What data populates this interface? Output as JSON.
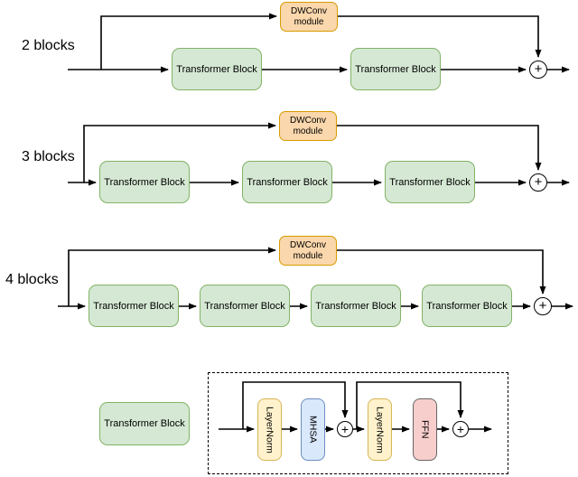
{
  "colors": {
    "transformer_fill": "#d5e8d4",
    "transformer_stroke": "#82b366",
    "dwconv_fill": "#fad7ac",
    "dwconv_stroke": "#d79b00",
    "layernorm_fill": "#fff2cc",
    "layernorm_stroke": "#d6b656",
    "mhsa_fill": "#dae8fc",
    "mhsa_stroke": "#6c8ebf",
    "ffn_fill": "#f8cecc",
    "ffn_stroke": "#666666",
    "line": "#000000",
    "background": "#ffffff"
  },
  "rows": [
    {
      "label": "2 blocks",
      "dwconv_label": "DWConv module",
      "blocks": [
        "Transformer Block",
        "Transformer Block"
      ],
      "sum": "+"
    },
    {
      "label": "3 blocks",
      "dwconv_label": "DWConv module",
      "blocks": [
        "Transformer Block",
        "Transformer Block",
        "Transformer Block"
      ],
      "sum": "+"
    },
    {
      "label": "4 blocks",
      "dwconv_label": "DWConv module",
      "blocks": [
        "Transformer Block",
        "Transformer Block",
        "Transformer Block",
        "Transformer Block"
      ],
      "sum": "+"
    }
  ],
  "legend": {
    "block_label": "Transformer Block",
    "layernorm1": "LayerNorm",
    "mhsa": "MHSA",
    "sum1": "+",
    "layernorm2": "LayerNorm",
    "ffn": "FFN",
    "sum2": "+"
  }
}
